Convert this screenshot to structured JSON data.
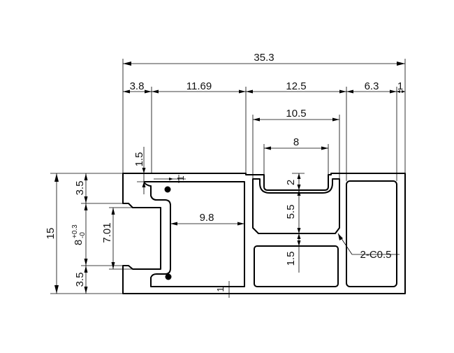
{
  "diagram": {
    "overall_width": "35.3",
    "top_dims": [
      "3.8",
      "11.69",
      "12.5",
      "6.3",
      "1"
    ],
    "dim_10_5": "10.5",
    "dim_8_top": "8",
    "dim_1_5_top": "1.5",
    "dim_1_small_top": "1",
    "dim_2": "2",
    "dim_5_5": "5.5",
    "dim_9_8": "9.8",
    "dim_1_5_lower": "1.5",
    "chamfer_note": "2-C0.5",
    "dim_1_bottom": "1",
    "height_15": "15",
    "left_3_5_top": "3.5",
    "left_3_5_bottom": "3.5",
    "tol_base": "8",
    "tol_plus": "+0.3",
    "tol_minus": "-0",
    "dim_7_01": "7.01"
  }
}
